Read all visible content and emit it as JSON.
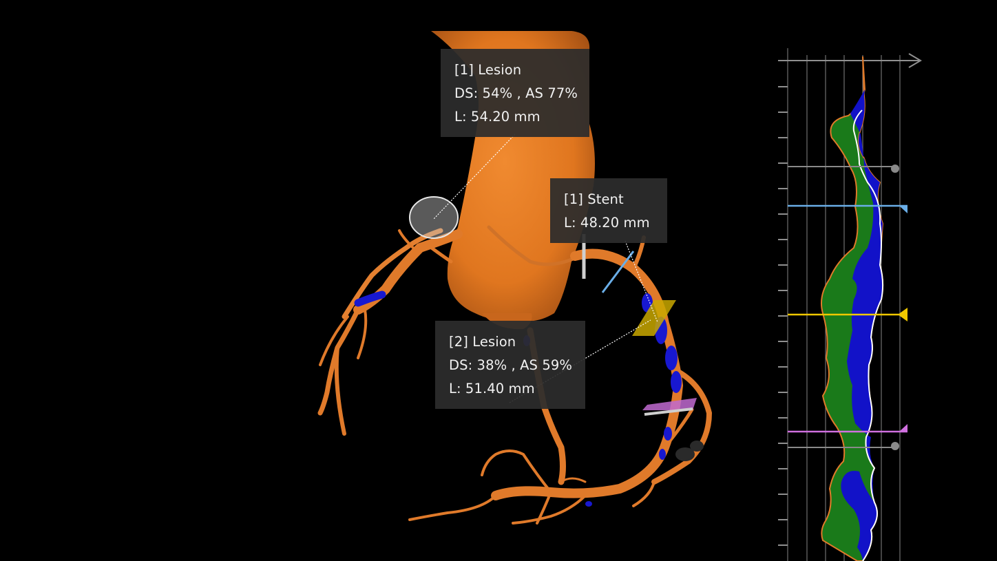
{
  "annotations": {
    "lesion1": {
      "title": "[1] Lesion",
      "stenosis": "DS: 54% , AS 77%",
      "length": "L: 54.20 mm"
    },
    "stent1": {
      "title": "[1] Stent",
      "length": "L: 48.20 mm"
    },
    "lesion2": {
      "title": "[2] Lesion",
      "stenosis": "DS: 38% , AS 59%",
      "length": "L: 51.40 mm"
    }
  },
  "colors": {
    "background": "#000000",
    "vessel": "#e07a2a",
    "plaque": "#1212c8",
    "lumen_area": "#1a7a1a",
    "marker_blue": "#6aaee8",
    "marker_yellow": "#f0c800",
    "marker_magenta": "#d070e0",
    "marker_gray": "#8a8a8a"
  },
  "profile_markers": [
    {
      "name": "proximal-reference",
      "color": "gray",
      "shape": "dot"
    },
    {
      "name": "stent-start",
      "color": "blue",
      "shape": "flag"
    },
    {
      "name": "lesion-marker",
      "color": "yellow",
      "shape": "flag"
    },
    {
      "name": "stent-end",
      "color": "magenta",
      "shape": "flag"
    },
    {
      "name": "distal-reference",
      "color": "gray",
      "shape": "dot"
    }
  ]
}
